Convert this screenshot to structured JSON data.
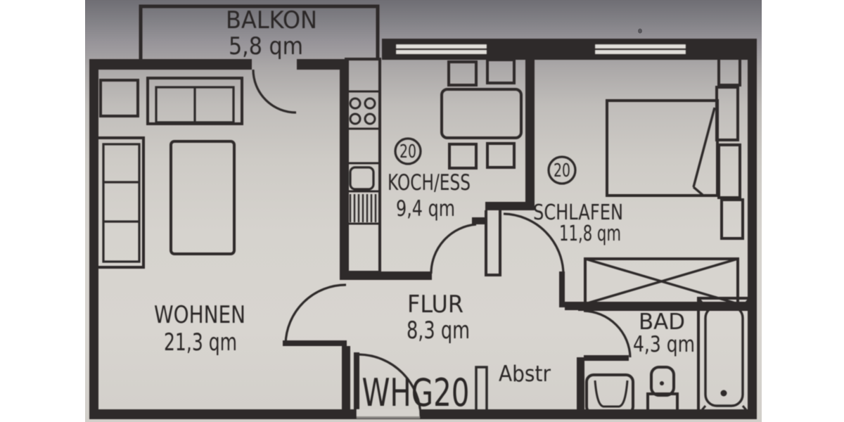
{
  "plan": {
    "title_note": "apartment floor plan",
    "rooms": [
      {
        "id": "balkon",
        "name": "BALKON",
        "area": "5,8 qm"
      },
      {
        "id": "wohnen",
        "name": "WOHNEN",
        "area": "21,3 qm"
      },
      {
        "id": "koch_ess",
        "name": "KOCH/ESS",
        "area": "9,4 qm"
      },
      {
        "id": "schlafen",
        "name": "SCHLAFEN",
        "area": "11,8 qm"
      },
      {
        "id": "flur",
        "name": "FLUR",
        "area": "8,3 qm"
      },
      {
        "id": "bad",
        "name": "BAD",
        "area": "4,3 qm"
      }
    ],
    "badges": [
      {
        "number": "20",
        "room": "koch_ess"
      },
      {
        "number": "20",
        "room": "schlafen"
      }
    ],
    "entrance": {
      "apartment_label": "WHG20",
      "storage_label": "Abstr"
    },
    "colors": {
      "ink": "#2e2b29",
      "paper_light": "#d8d5d0",
      "paper_dark_top": "#6f6e74",
      "margin": "#ffffff"
    }
  }
}
